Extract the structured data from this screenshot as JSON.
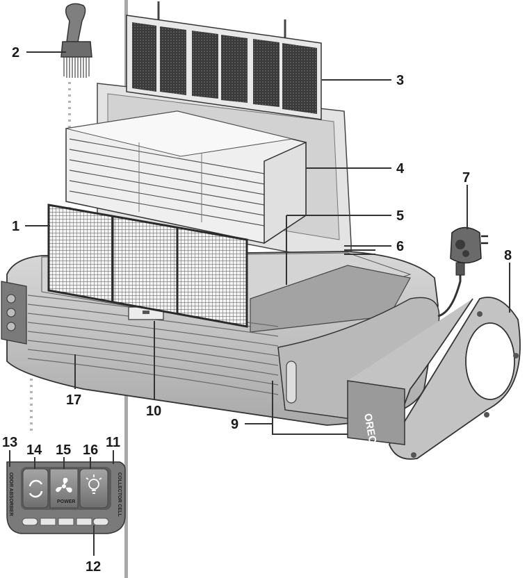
{
  "diagram": {
    "callouts": [
      {
        "id": "1",
        "label": "1"
      },
      {
        "id": "2",
        "label": "2"
      },
      {
        "id": "3",
        "label": "3"
      },
      {
        "id": "4",
        "label": "4"
      },
      {
        "id": "5",
        "label": "5"
      },
      {
        "id": "6",
        "label": "6"
      },
      {
        "id": "7",
        "label": "7"
      },
      {
        "id": "8",
        "label": "8"
      },
      {
        "id": "9",
        "label": "9"
      },
      {
        "id": "10",
        "label": "10"
      },
      {
        "id": "11",
        "label": "11"
      },
      {
        "id": "12",
        "label": "12"
      },
      {
        "id": "13",
        "label": "13"
      },
      {
        "id": "14",
        "label": "14"
      },
      {
        "id": "15",
        "label": "15"
      },
      {
        "id": "16",
        "label": "16"
      },
      {
        "id": "17",
        "label": "17"
      }
    ],
    "brand_logo": "ORECK",
    "control_panel": {
      "left_label": "ODOR ABSORBER",
      "right_label": "COLLECTOR CELL",
      "power_label": "POWER"
    },
    "colors": {
      "body": "#c9c9c9",
      "dark": "#8c8c8c",
      "line": "#333333",
      "divider": "#a8a8a8",
      "filter": "#3a3a3a",
      "dotted": "#b5b5b5"
    }
  }
}
